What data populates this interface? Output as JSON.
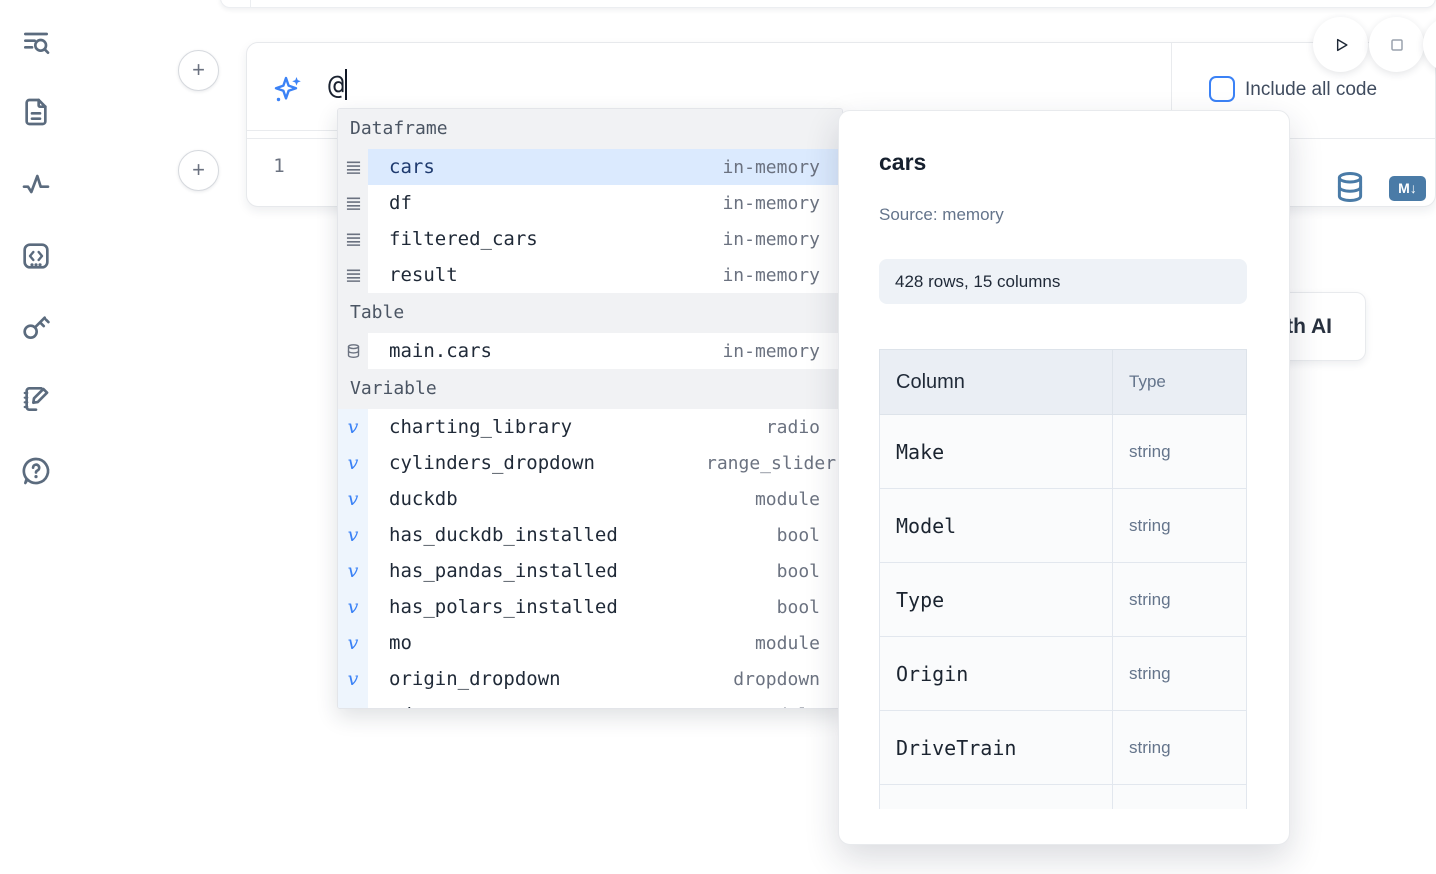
{
  "sidebar": {
    "icons": [
      "list-search-icon",
      "document-icon",
      "activity-icon",
      "code-block-icon",
      "key-icon",
      "notebook-edit-icon",
      "help-chat-icon"
    ]
  },
  "toolbar": {
    "run_icon": "play-icon",
    "stop_icon": "stop-icon"
  },
  "cell": {
    "prompt_value": "@",
    "include_all_code_label": "Include all code",
    "line_number": "1",
    "action_icons": [
      "database-icon",
      "markdown-icon"
    ],
    "markdown_badge": "M↓",
    "add_cell_label": "+"
  },
  "completion": {
    "sections": [
      {
        "label": "Dataframe",
        "items": [
          {
            "name": "cars",
            "type": "in-memory",
            "selected": true
          },
          {
            "name": "df",
            "type": "in-memory"
          },
          {
            "name": "filtered_cars",
            "type": "in-memory"
          },
          {
            "name": "result",
            "type": "in-memory"
          }
        ]
      },
      {
        "label": "Table",
        "items": [
          {
            "name": "main.cars",
            "type": "in-memory"
          }
        ]
      },
      {
        "label": "Variable",
        "items": [
          {
            "name": "charting_library",
            "type": "radio"
          },
          {
            "name": "cylinders_dropdown",
            "type": "range_slider"
          },
          {
            "name": "duckdb",
            "type": "module"
          },
          {
            "name": "has_duckdb_installed",
            "type": "bool"
          },
          {
            "name": "has_pandas_installed",
            "type": "bool"
          },
          {
            "name": "has_polars_installed",
            "type": "bool"
          },
          {
            "name": "mo",
            "type": "module"
          },
          {
            "name": "origin_dropdown",
            "type": "dropdown"
          },
          {
            "name": "pd",
            "type": "module"
          }
        ]
      },
      {
        "variable_glyph": "v"
      }
    ]
  },
  "preview": {
    "title": "cars",
    "source": "Source: memory",
    "shape": "428 rows, 15 columns",
    "table": {
      "col_header": "Column",
      "type_header": "Type",
      "rows": [
        {
          "column": "Make",
          "type": "string"
        },
        {
          "column": "Model",
          "type": "string"
        },
        {
          "column": "Type",
          "type": "string"
        },
        {
          "column": "Origin",
          "type": "string"
        },
        {
          "column": "DriveTrain",
          "type": "string"
        }
      ]
    }
  },
  "ai_button": {
    "label": "Generate with AI"
  },
  "colors": {
    "accent_blue": "#3b82f6",
    "steel_blue": "#4a7ba7",
    "selection_bg": "#dbeafe",
    "section_header_bg": "#f1f2f4",
    "variable_gutter_bg": "#eef5fd",
    "panel_header_bg": "#eaeef4",
    "badge_bg": "#eef2f7",
    "muted_text": "#6b7280"
  }
}
